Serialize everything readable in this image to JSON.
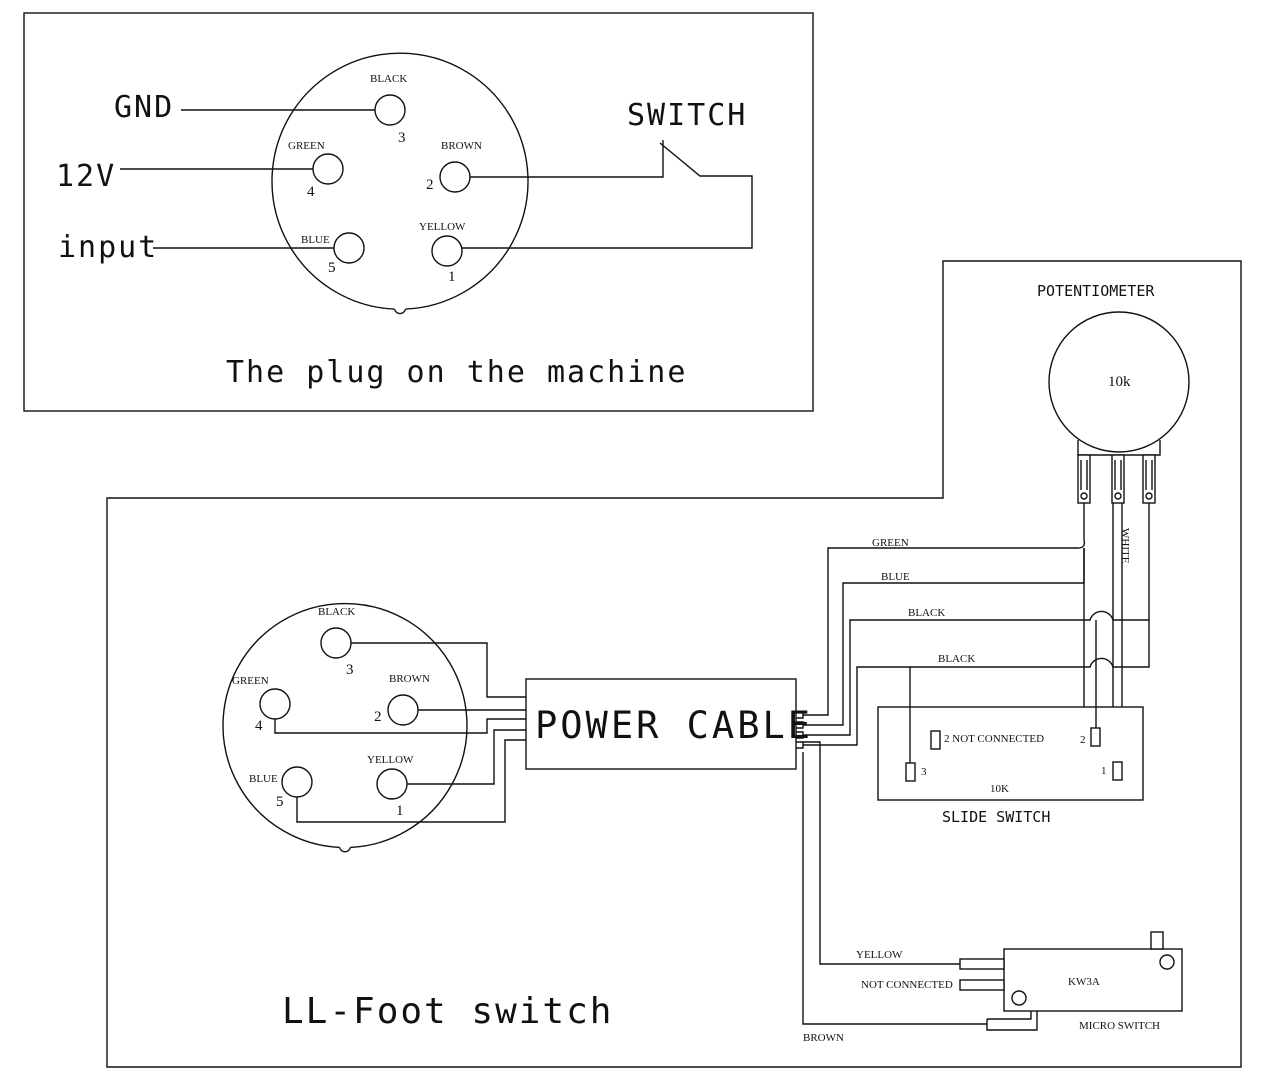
{
  "machine_plug": {
    "title": "The plug on the machine",
    "gnd_label": "GND",
    "v12_label": "12V",
    "input_label": "input",
    "switch_label": "SWITCH",
    "pins": {
      "black": {
        "color": "BLACK",
        "num": "3"
      },
      "green": {
        "color": "GREEN",
        "num": "4"
      },
      "brown": {
        "color": "BROWN",
        "num": "2"
      },
      "blue": {
        "color": "BLUE",
        "num": "5"
      },
      "yellow": {
        "color": "YELLOW",
        "num": "1"
      }
    }
  },
  "foot_switch": {
    "title": "LL-Foot switch",
    "power_cable": "POWER CABLE",
    "pins": {
      "black": {
        "color": "BLACK",
        "num": "3"
      },
      "green": {
        "color": "GREEN",
        "num": "4"
      },
      "brown": {
        "color": "BROWN",
        "num": "2"
      },
      "blue": {
        "color": "BLUE",
        "num": "5"
      },
      "yellow": {
        "color": "YELLOW",
        "num": "1"
      }
    },
    "potentiometer": {
      "title": "POTENTIOMETER",
      "value": "10k",
      "white_label": "WHITE"
    },
    "wires": {
      "green": "GREEN",
      "blue": "BLUE",
      "black_1": "BLACK",
      "black_2": "BLACK",
      "yellow": "YELLOW",
      "not_connected": "NOT CONNECTED",
      "brown": "BROWN"
    },
    "slide_switch": {
      "title": "SLIDE SWITCH",
      "value": "10K",
      "pin2_note": "2 NOT CONNECTED",
      "pin_1": "1",
      "pin_2": "2",
      "pin_3": "3"
    },
    "micro_switch": {
      "title": "MICRO SWITCH",
      "model": "KW3A"
    }
  }
}
